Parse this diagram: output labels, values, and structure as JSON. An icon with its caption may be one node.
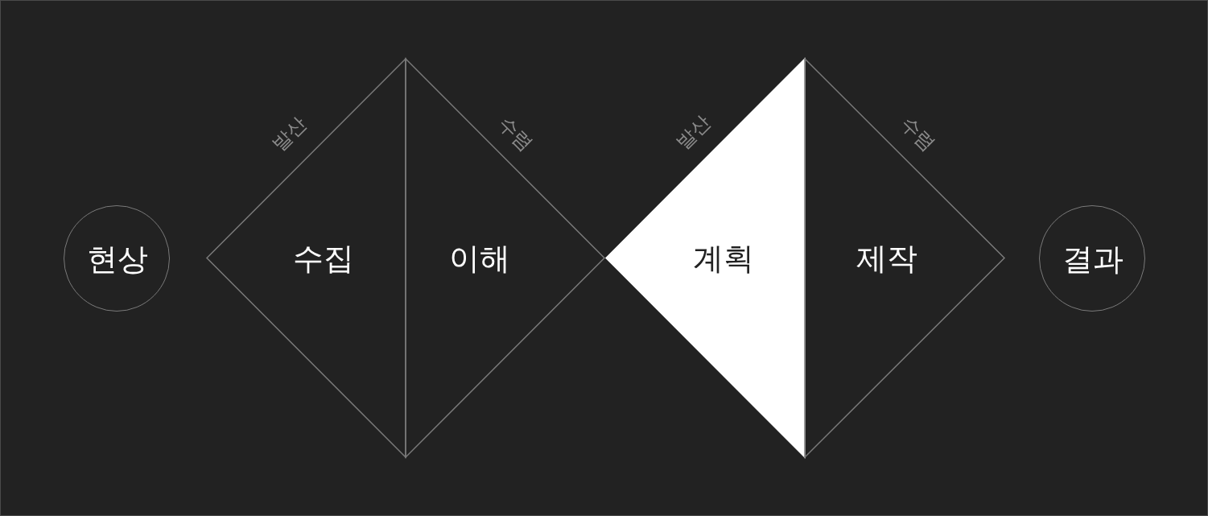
{
  "diagram": {
    "nodes": [
      {
        "text": [
          "현상"
        ]
      },
      {
        "text": [
          "수집"
        ],
        "beside": [
          "발산"
        ]
      },
      {
        "text": [
          "이해"
        ],
        "beside": [
          "수렴"
        ]
      },
      {
        "text": [
          "계획"
        ],
        "beside": [
          "발산"
        ]
      },
      {
        "text": [
          "제작"
        ],
        "beside": [
          "수렴"
        ]
      },
      {
        "text": [
          "결과"
        ]
      }
    ]
  }
}
